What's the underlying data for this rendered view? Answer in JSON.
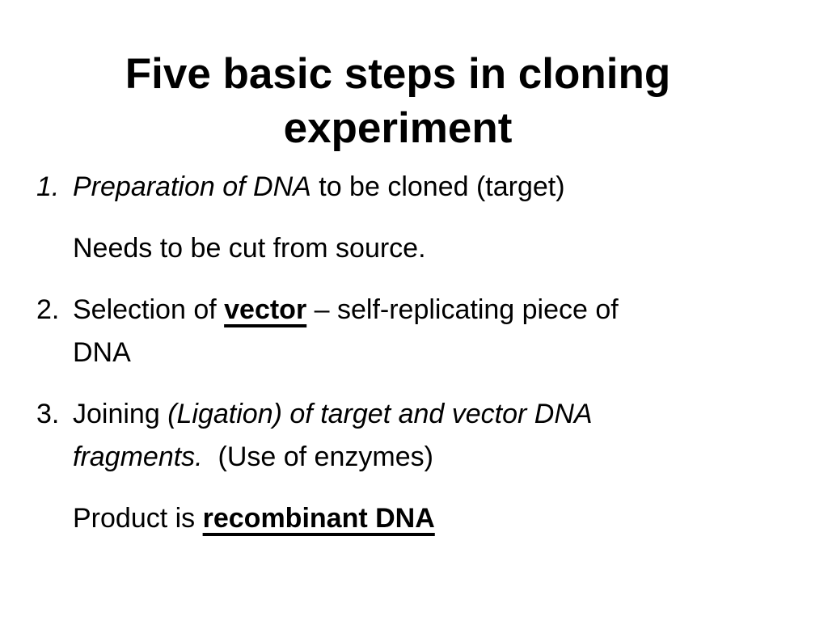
{
  "slide": {
    "background_color": "#ffffff",
    "text_color": "#000000",
    "title": {
      "line1": "Five basic steps in cloning",
      "line2": "experiment"
    },
    "body": {
      "item1": {
        "number": "1.",
        "italic_text": "Preparation of DNA",
        "regular_text": " to be cloned (target)",
        "subline": "Needs to be cut from source."
      },
      "item2": {
        "number": "2.",
        "prefix": "Selection of ",
        "keyword": "vector",
        "line1_rest": " – self-replicating piece of",
        "line2": "DNA"
      },
      "item3": {
        "number": "3.",
        "prefix": "Joining ",
        "italic_line1": "(Ligation) of target and vector DNA",
        "italic_line2": "fragments.",
        "suffix": "  (Use of enzymes)"
      },
      "product_line": {
        "prefix": "Product is ",
        "keyword": "recombinant DNA"
      }
    }
  }
}
